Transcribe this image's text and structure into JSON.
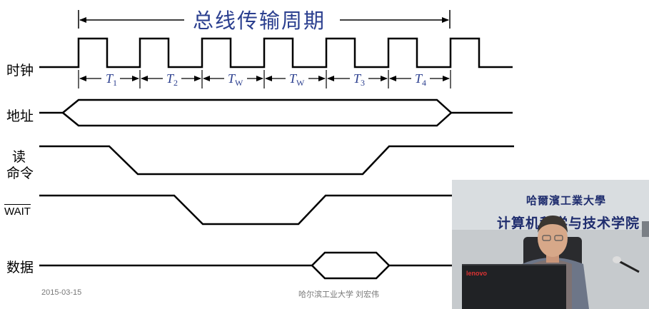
{
  "title": "总线传输周期",
  "signals": {
    "clock": "时钟",
    "address": "地址",
    "read_line1": "读",
    "read_line2": "命令",
    "wait": "WAIT",
    "data": "数据"
  },
  "periods": [
    {
      "main": "T",
      "sub": "1"
    },
    {
      "main": "T",
      "sub": "2"
    },
    {
      "main": "T",
      "sub": "W"
    },
    {
      "main": "T",
      "sub": "W"
    },
    {
      "main": "T",
      "sub": "3"
    },
    {
      "main": "T",
      "sub": "4"
    }
  ],
  "footer": {
    "date": "2015-03-15",
    "institution": "哈尔滨工业大学  刘宏伟"
  },
  "video": {
    "sign_line1": "哈爾濱工業大學",
    "sign_line2": "计算机科学与技术学院",
    "laptop_brand": "lenovo"
  },
  "colors": {
    "title": "#2b3f8f",
    "lines": "#000000"
  }
}
